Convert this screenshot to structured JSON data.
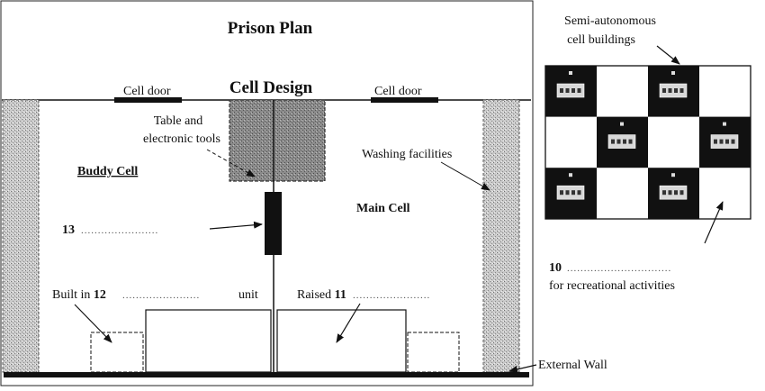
{
  "title": "Prison Plan",
  "cell_design": {
    "heading": "Cell Design",
    "cell_door_left": "Cell door",
    "cell_door_right": "Cell door",
    "table_label_line1": "Table and",
    "table_label_line2": "electronic tools",
    "buddy_cell": "Buddy Cell",
    "main_cell": "Main Cell",
    "washing": "Washing facilities",
    "q13_number": "13",
    "q12_prefix": "Built in ",
    "q12_number": "12",
    "q12_suffix": "unit",
    "q11_prefix": "Raised ",
    "q11_number": "11",
    "external_wall": "External Wall",
    "blank": "......................."
  },
  "site": {
    "label_line1": "Semi-autonomous",
    "label_line2": "cell buildings",
    "q10_number": "10",
    "q10_suffix": "for recreational activities",
    "blank": "..............................."
  },
  "colors": {
    "stipple": "#b5b5b5",
    "black": "#111111"
  }
}
